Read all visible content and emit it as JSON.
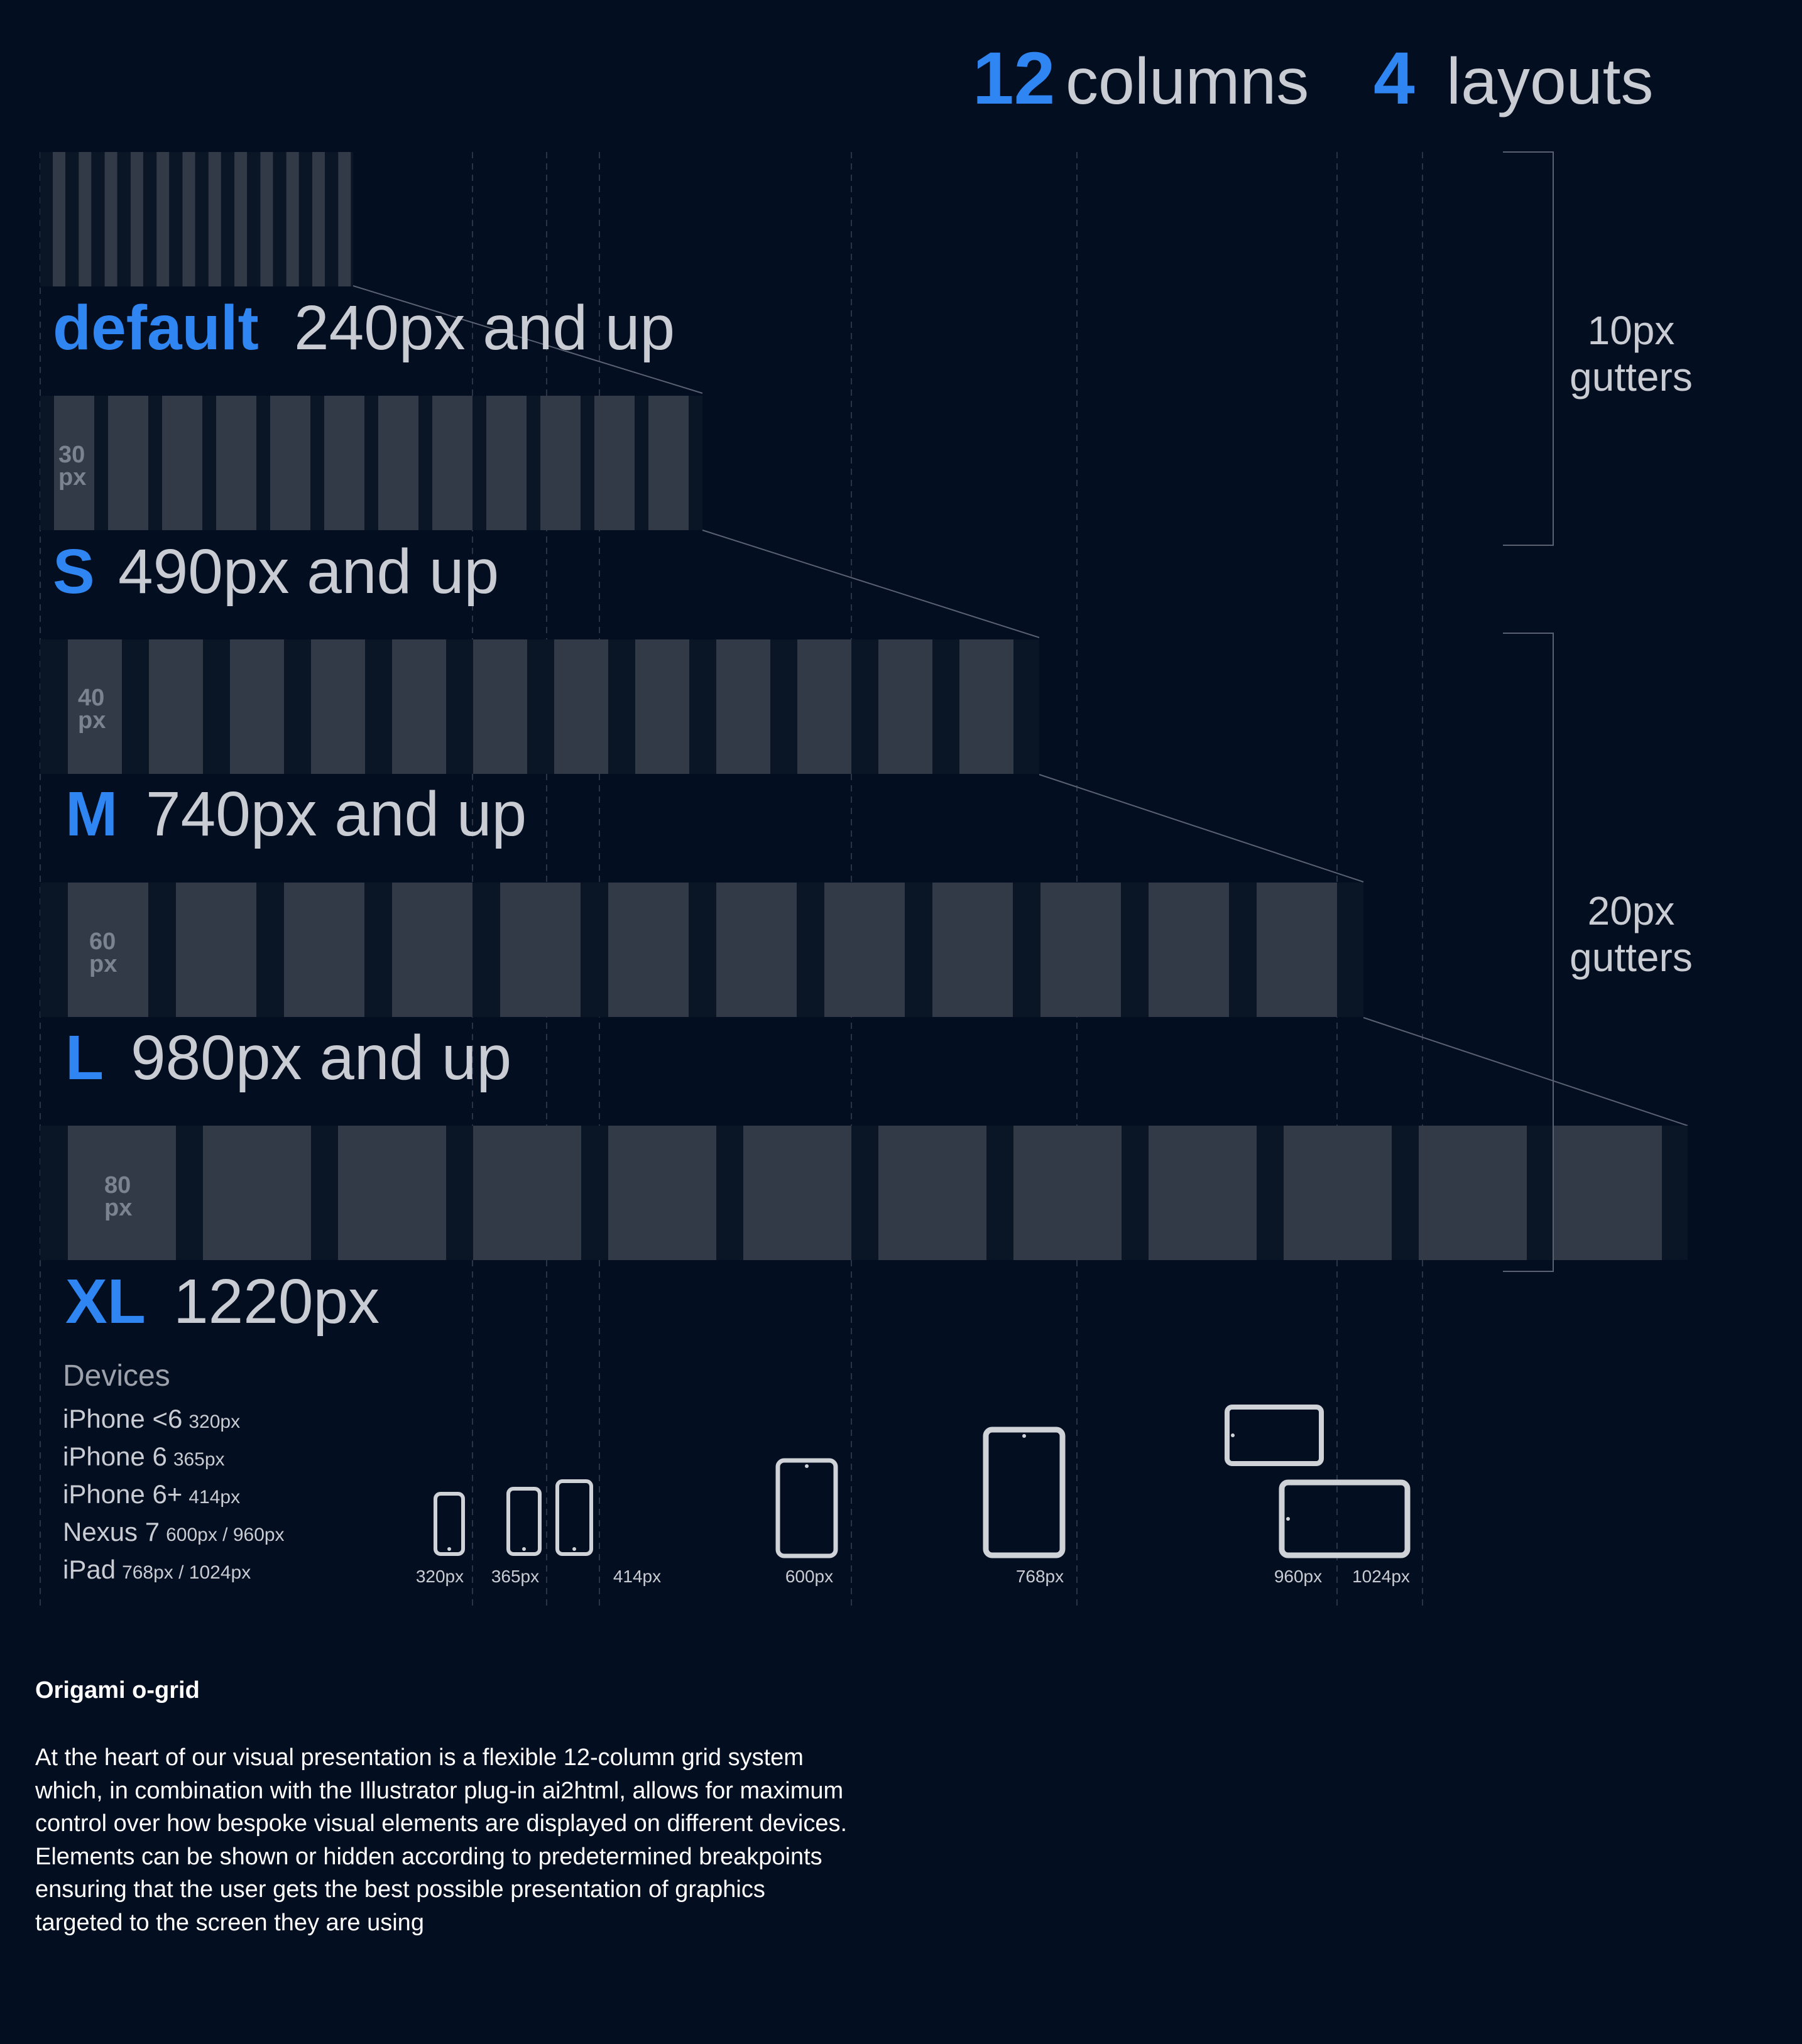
{
  "header": {
    "columns_number": "12",
    "columns_label": "columns",
    "layouts_number": "4",
    "layouts_label": "layouts"
  },
  "gutters": [
    {
      "value": "10px",
      "label": "gutters"
    },
    {
      "value": "20px",
      "label": "gutters"
    }
  ],
  "layouts": [
    {
      "key": "default",
      "name": "default",
      "range": "240px and up",
      "column_width": null
    },
    {
      "key": "s",
      "name": "S",
      "range": "490px and up",
      "column_width": {
        "value": "30",
        "unit": "px"
      }
    },
    {
      "key": "m",
      "name": "M",
      "range": "740px and up",
      "column_width": {
        "value": "40",
        "unit": "px"
      }
    },
    {
      "key": "l",
      "name": "L",
      "range": "980px and up",
      "column_width": {
        "value": "60",
        "unit": "px"
      }
    },
    {
      "key": "xl",
      "name": "XL",
      "range": "1220px",
      "column_width": {
        "value": "80",
        "unit": "px"
      }
    }
  ],
  "devices": {
    "heading": "Devices",
    "items": [
      {
        "name": "iPhone <6",
        "size": "320px"
      },
      {
        "name": "iPhone 6",
        "size": "365px"
      },
      {
        "name": "iPhone 6+",
        "size": "414px"
      },
      {
        "name": "Nexus 7",
        "size": "600px / 960px"
      },
      {
        "name": "iPad",
        "size": "768px / 1024px"
      }
    ],
    "width_labels": [
      "320px",
      "365px",
      "414px",
      "600px",
      "768px",
      "960px",
      "1024px"
    ]
  },
  "description": {
    "title": "Origami o-grid",
    "body": "At the heart of our visual presentation is a flexible 12-column grid system which, in combination with the Illustrator plug-in ai2html, allows for maximum control over how bespoke visual elements are displayed on different devices. Elements can be shown or hidden according to predetermined breakpoints ensuring that the user gets the best possible presentation of graphics targeted to the screen they are using"
  },
  "colors": {
    "background": "#030e20",
    "accent": "#2f86f2",
    "column": "#323a47",
    "strip": "#0a1525",
    "text": "#c9ccd2",
    "device": "#cfd2d7",
    "dashed_line": "#2a3445"
  }
}
